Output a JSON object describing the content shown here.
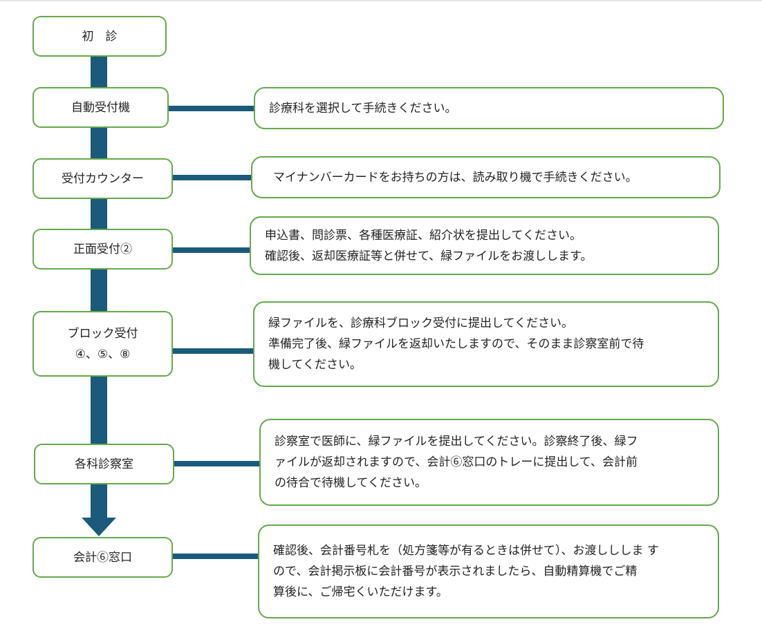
{
  "steps": [
    {
      "label": "初　診",
      "lines": []
    },
    {
      "label": "自動受付機",
      "lines": [
        "診療科を選択して手続きください。"
      ]
    },
    {
      "label": "受付カウンター",
      "lines": [
        "マイナンバーカードをお持ちの方は、読み取り機で手続きください。"
      ]
    },
    {
      "label": "正面受付②",
      "lines": [
        "申込書、問診票、各種医療証、紹介状を提出してください。",
        "確認後、返却医療証等と併せて、緑ファイルをお渡しします。"
      ]
    },
    {
      "label": "ブロック受付",
      "label2": "④、⑤、⑧",
      "lines": [
        "緑ファイルを、診療科ブロック受付に提出してください。",
        "準備完了後、緑ファイルを返却いたしますので、そのまま診察室前で待",
        "機してください。"
      ]
    },
    {
      "label": "各科診察室",
      "lines": [
        "診察室で医師に、緑ファイルを提出してください。診察終了後、緑フ",
        "ァイルが返却されますので、会計⑥窓口のトレーに提出して、会計前",
        "の待合で待機してください。"
      ]
    },
    {
      "label": "会計⑥窓口",
      "lines": [
        "確認後、会計番号札を（処方箋等が有るときは併せて）、お渡しししま す",
        "ので、会計掲示板に会計番号が表示されましたら、自動精算機でご精",
        "算後に、ご帰宅くいただけます。"
      ]
    }
  ]
}
